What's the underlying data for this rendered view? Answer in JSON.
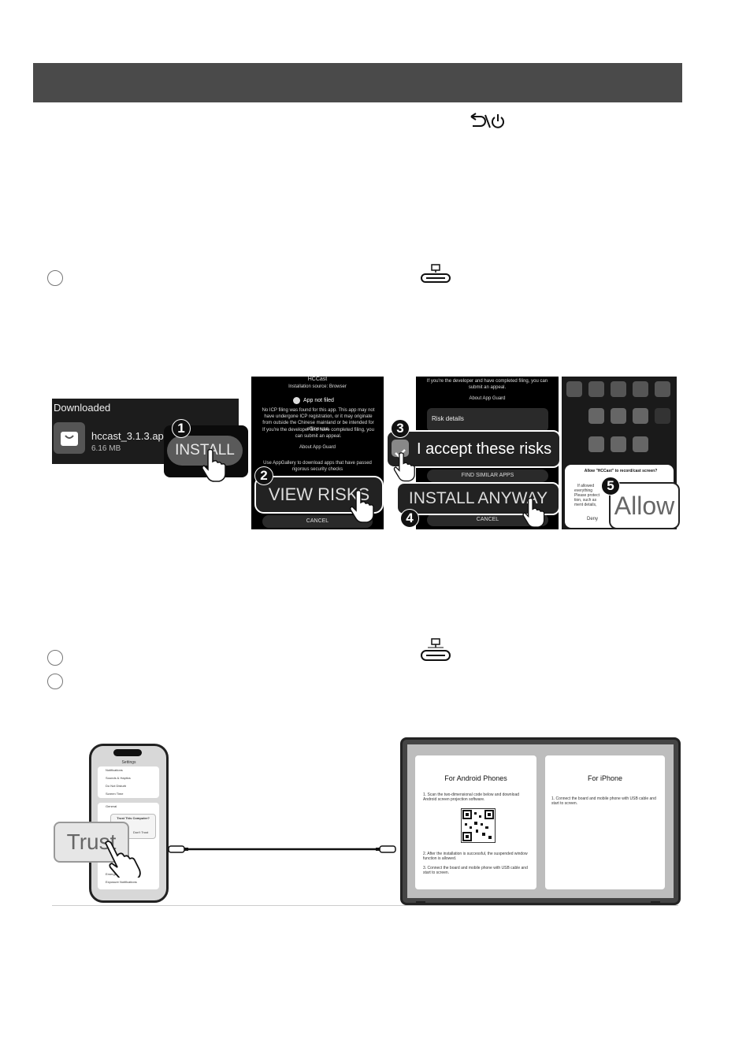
{
  "steps": {
    "install_button": "INSTALL",
    "view_risks_button": "VIEW RISKS",
    "accept_risks_label": "I accept these risks",
    "install_anyway_button": "INSTALL ANYWAY",
    "allow_button": "Allow",
    "badges": [
      "1",
      "2",
      "3",
      "4",
      "5"
    ]
  },
  "download_panel": {
    "header": "Downloaded",
    "file_name": "hccast_3.1.3.apk",
    "file_size": "6.16 MB"
  },
  "risk_panel": {
    "app_title": "HCCast",
    "source": "Installation source: Browser",
    "warning_title": "App not filed",
    "warning_body": "No ICP filing was found for this app. This app may not have undergone ICP registration, or it may originate from outside the Chinese mainland or be intended for offline use.",
    "developer_note": "If you're the developer and have completed filing, you can submit an appeal.",
    "about_guard": "About App Guard",
    "gallery_note": "Use AppGallery to download apps that have passed rigorous security checks",
    "cancel": "CANCEL"
  },
  "accept_panel": {
    "developer_note": "If you're the developer and have completed filing, you can submit an appeal.",
    "about_guard": "About App Guard",
    "risk_details": "Risk details",
    "find_similar": "FIND SIMILAR APPS",
    "cancel": "CANCEL"
  },
  "allow_panel": {
    "dialog_title": "Allow \"HCCast\" to record/cast screen?",
    "dialog_body_lines": [
      "If allowed",
      "everything",
      "Please protect",
      "tion, such as",
      "ment details,"
    ],
    "deny": "Deny"
  },
  "iphone": {
    "settings_title": "Settings",
    "menu_items": [
      "Notifications",
      "Sounds & Haptics",
      "Do Not Disturb",
      "Screen Time",
      "General"
    ],
    "dialog_title": "Trust This Computer?",
    "dialog_button": "Don't Trust",
    "bottom_items": [
      "Emergency SOS",
      "Exposure Notifications"
    ],
    "trust_label": "Trust"
  },
  "monitor": {
    "android_title": "For Android Phones",
    "android_step1": "1. Scan the two-dimensional code below and download Android screen projection software.",
    "android_step2": "2. After the installation is successful, the suspended window function is allowed.",
    "android_step3": "3. Connect the board and mobile phone with USB cable and start to screen.",
    "iphone_title": "For iPhone",
    "iphone_step1": "1. Connect the board and mobile phone with USB cable and start to screen."
  },
  "colors": {
    "header_bar": "#4a4a4a",
    "panel_bg": "#000000",
    "button_gray": "#5a5a5a"
  }
}
